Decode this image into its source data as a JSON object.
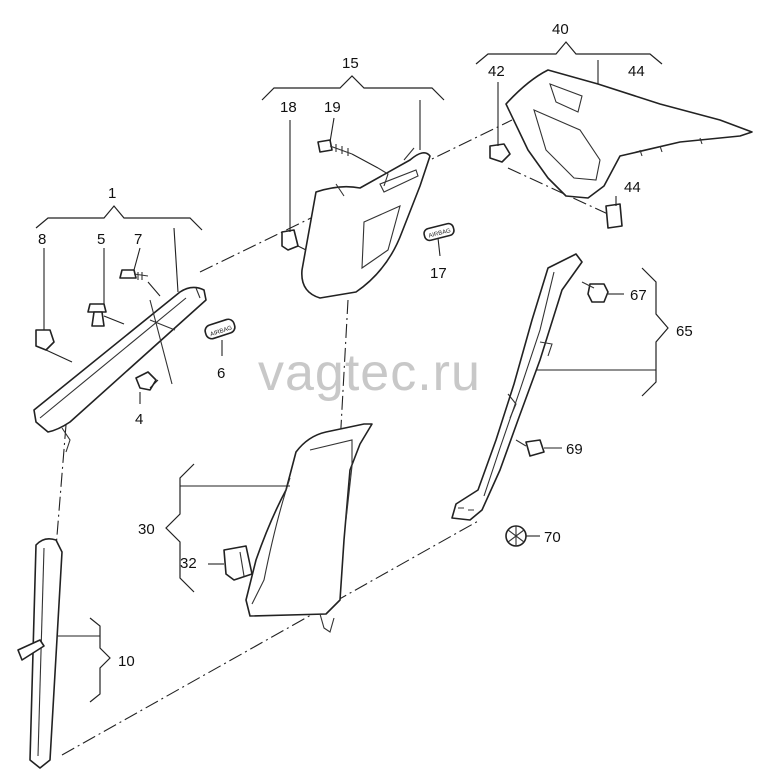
{
  "watermark": "vagtec.ru",
  "tag_text": "AIRBAG",
  "labels": {
    "p1": "1",
    "p4": "4",
    "p5": "5",
    "p6": "6",
    "p7": "7",
    "p8": "8",
    "p10": "10",
    "p15": "15",
    "p17": "17",
    "p18": "18",
    "p19": "19",
    "p30": "30",
    "p32": "32",
    "p40": "40",
    "p42": "42",
    "p44a": "44",
    "p44b": "44",
    "p65": "65",
    "p67": "67",
    "p69": "69",
    "p70": "70"
  }
}
